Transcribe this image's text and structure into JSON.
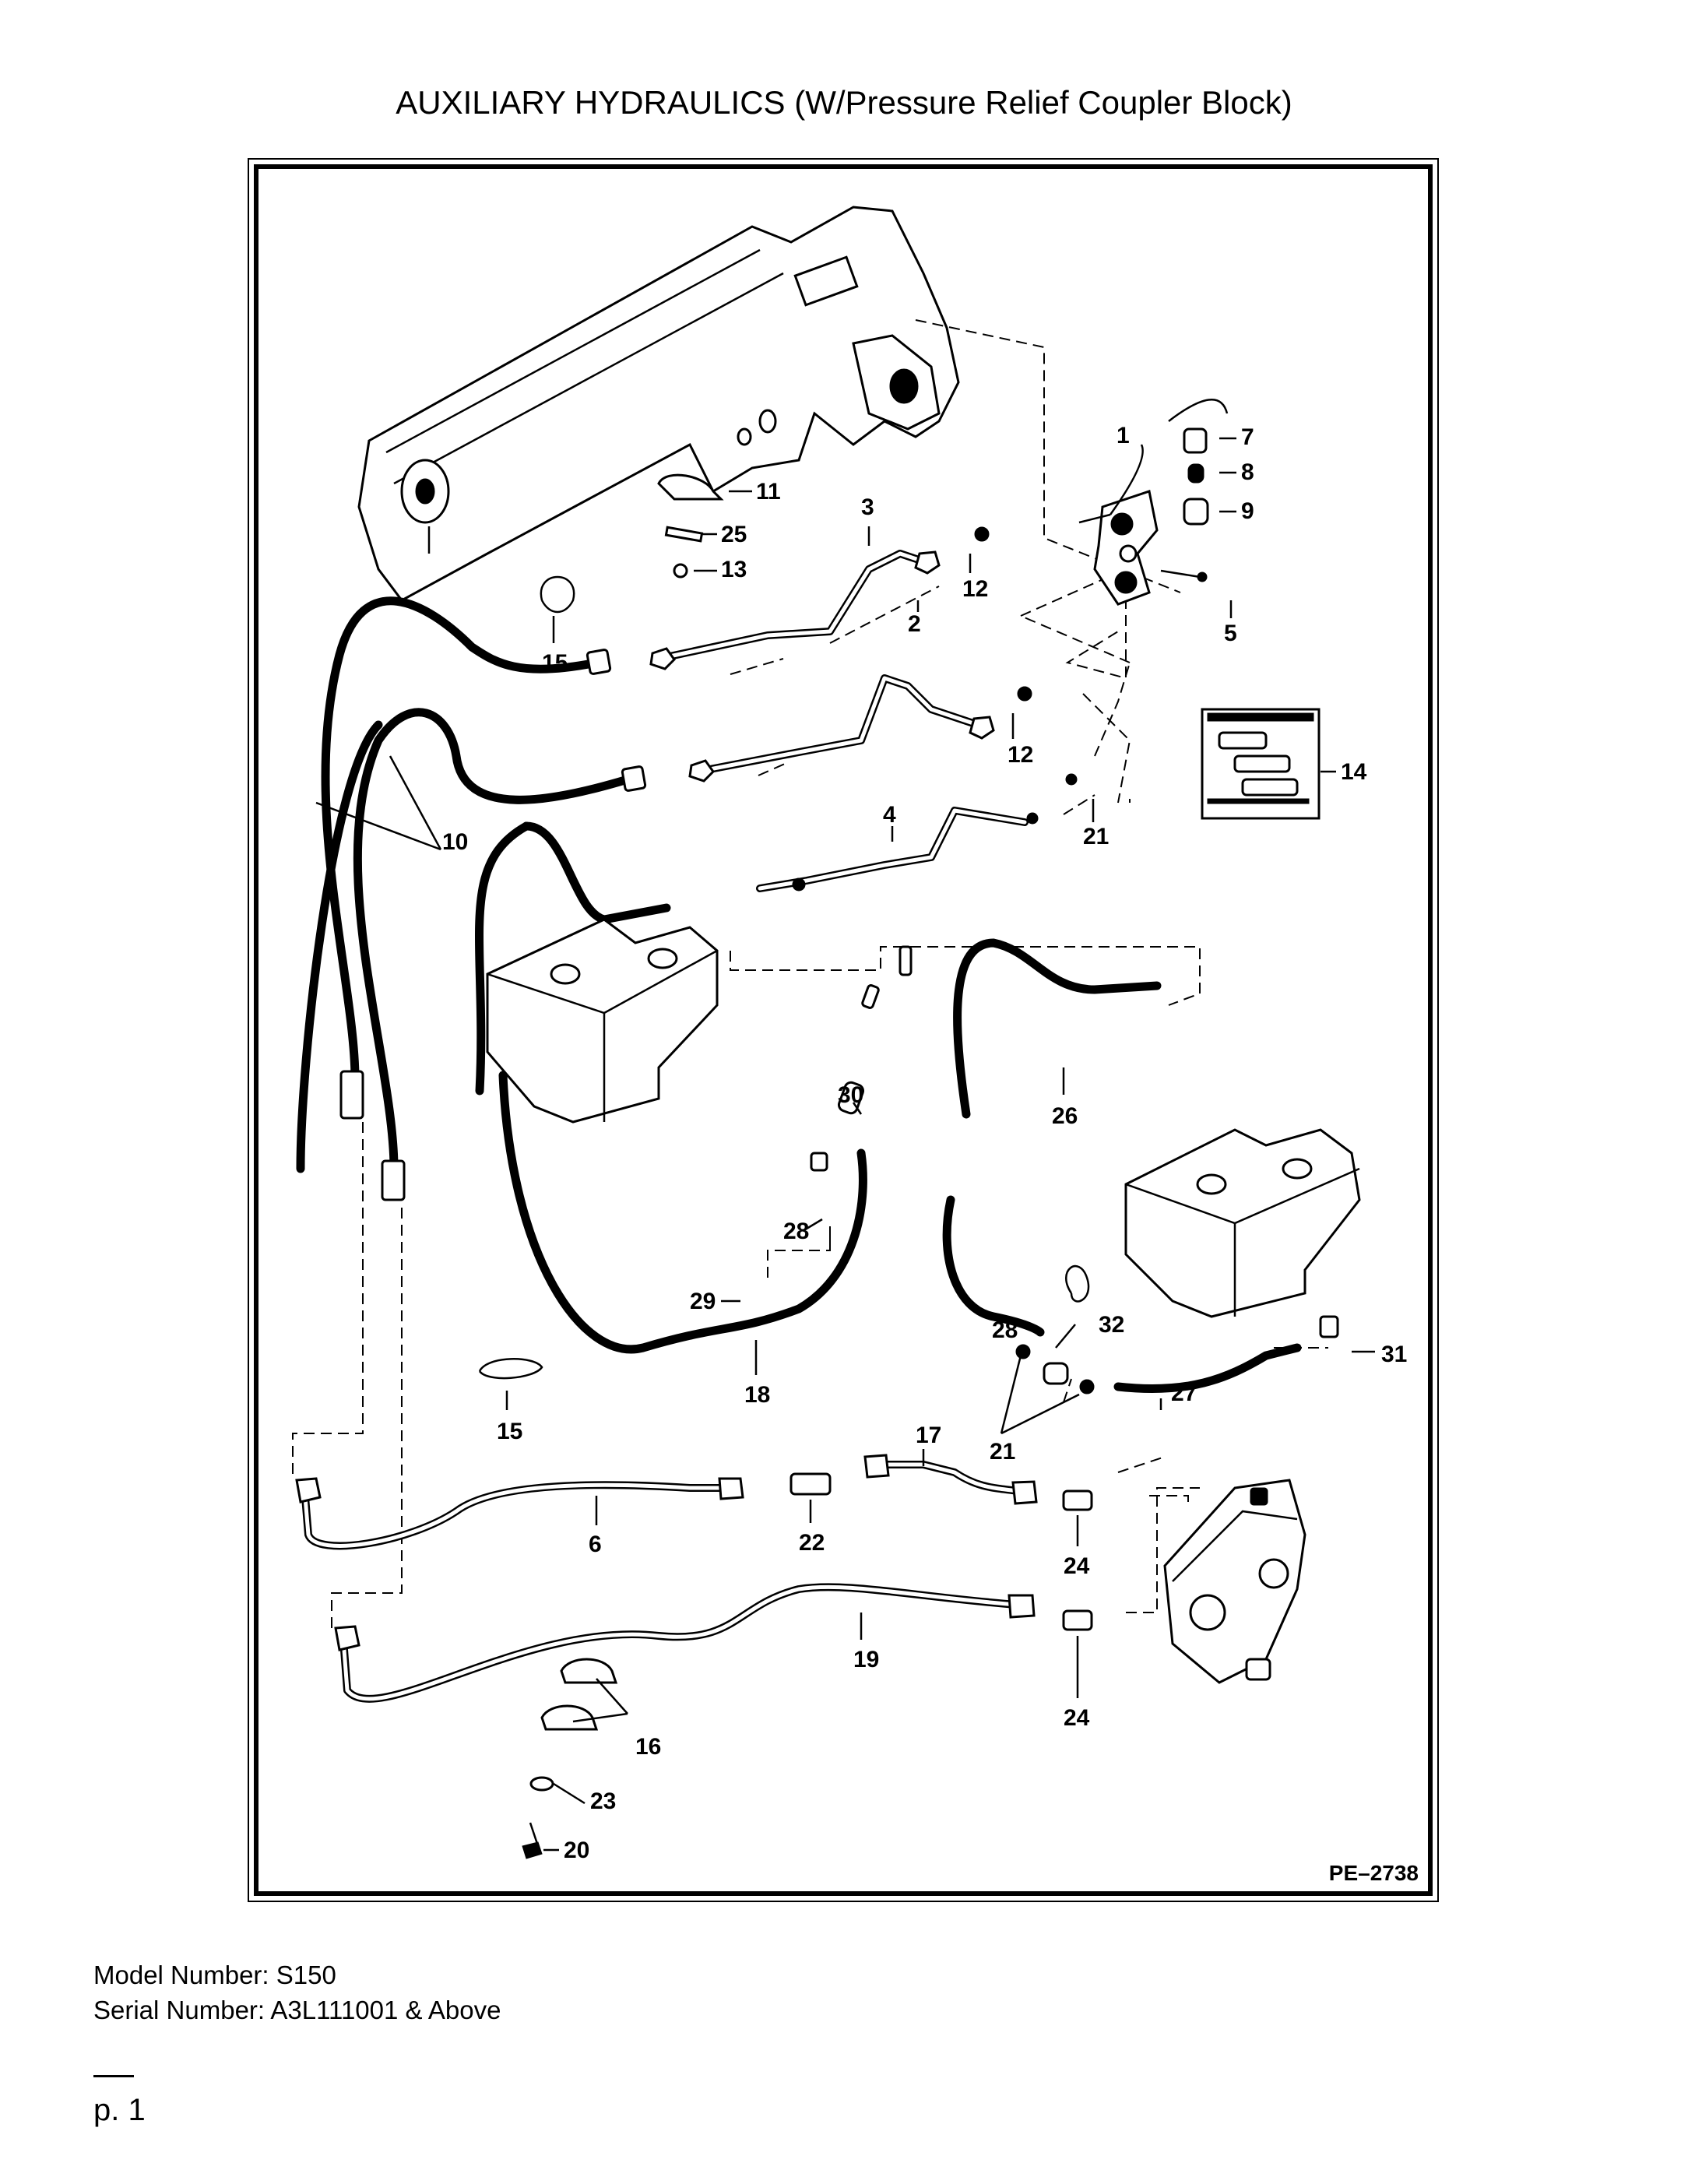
{
  "title": "AUXILIARY HYDRAULICS (W/Pressure Relief Coupler Block)",
  "drawing_number": "PE–2738",
  "callouts": [
    "1",
    "2",
    "3",
    "4",
    "5",
    "6",
    "7",
    "8",
    "9",
    "10",
    "11",
    "12",
    "12",
    "13",
    "14",
    "15",
    "15",
    "16",
    "17",
    "18",
    "19",
    "20",
    "21",
    "21",
    "22",
    "23",
    "24",
    "24",
    "25",
    "26",
    "27",
    "28",
    "28",
    "29",
    "30",
    "31",
    "32"
  ],
  "footer": {
    "model": "Model Number: S150",
    "serial": "Serial Number: A3L111001 & Above"
  },
  "page": "p. 1"
}
